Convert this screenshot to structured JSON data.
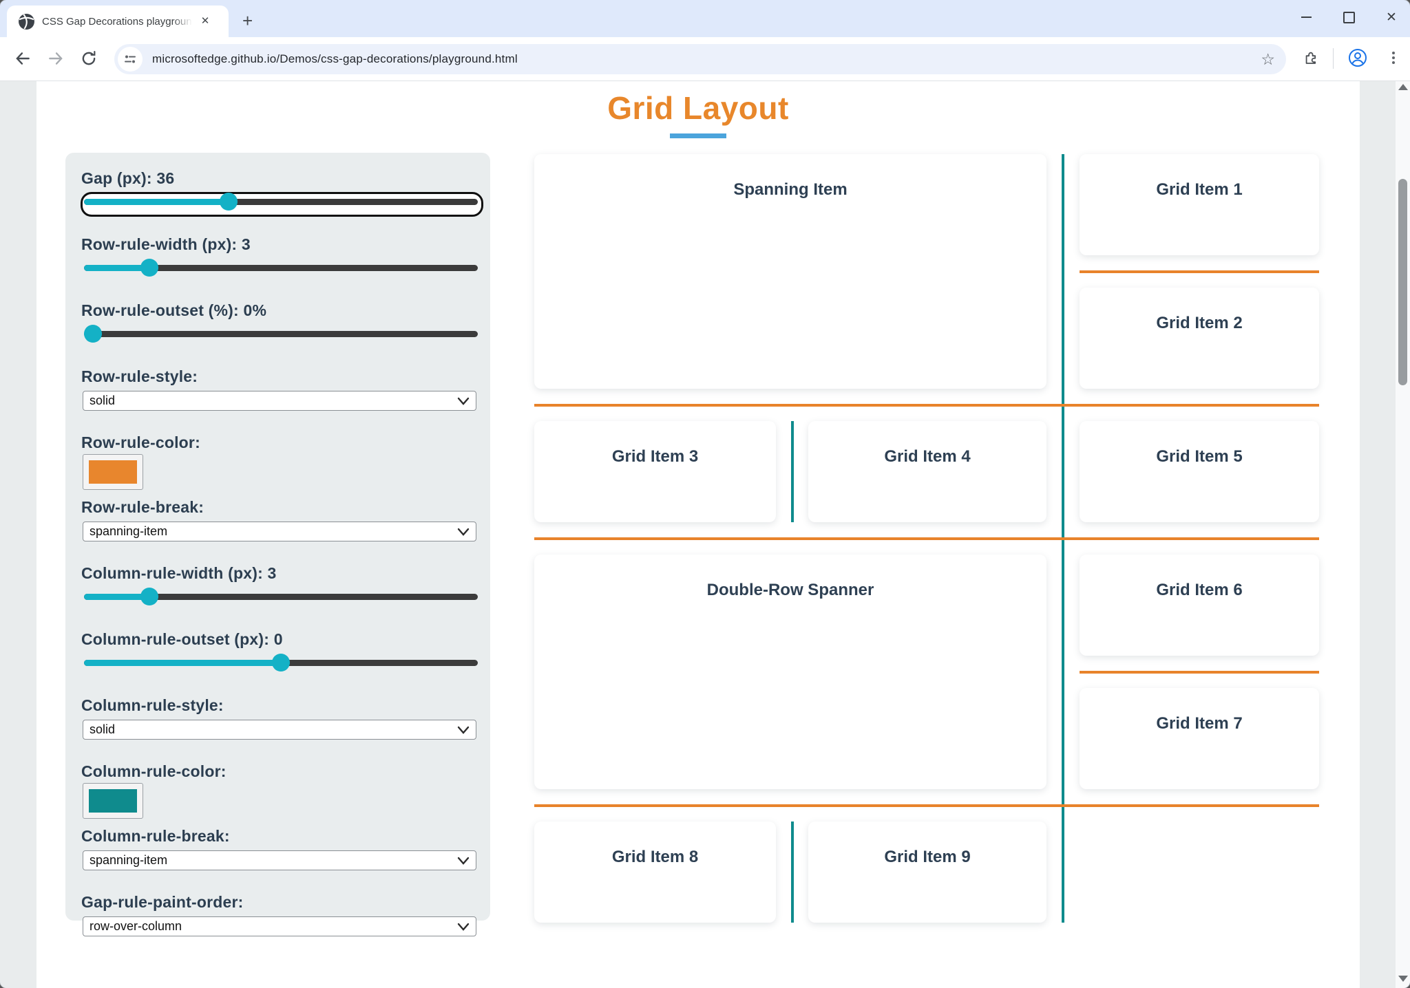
{
  "browser": {
    "tab_title": "CSS Gap Decorations playgroun",
    "tab_close_glyph": "✕",
    "new_tab_glyph": "+",
    "url": "microsoftedge.github.io/Demos/css-gap-decorations/playground.html",
    "star_glyph": "☆",
    "window_close_glyph": "✕"
  },
  "page": {
    "title": "Grid Layout",
    "title_color": "#e8872b",
    "underline_color": "#4ba4dc"
  },
  "colors": {
    "row_rule_orange": "#e8832b",
    "column_rule_teal": "#0f8b8d",
    "slider_teal": "#14b1c6",
    "label_navy": "#2c3e50"
  },
  "controls": [
    {
      "id": "gap",
      "type": "slider",
      "label": "Gap (px): 36",
      "fraction": 0.36,
      "focused": true
    },
    {
      "id": "row-rule-width",
      "type": "slider",
      "label": "Row-rule-width (px): 3",
      "fraction": 0.15
    },
    {
      "id": "row-rule-outset",
      "type": "slider",
      "label": "Row-rule-outset (%): 0%",
      "fraction": 0.0
    },
    {
      "id": "row-rule-style",
      "type": "select",
      "label": "Row-rule-style:",
      "value": "solid"
    },
    {
      "id": "row-rule-color",
      "type": "color",
      "label": "Row-rule-color:",
      "value": "#e8862d"
    },
    {
      "id": "row-rule-break",
      "type": "select",
      "label": "Row-rule-break:",
      "value": "spanning-item"
    },
    {
      "id": "column-rule-width",
      "type": "slider",
      "label": "Column-rule-width (px): 3",
      "fraction": 0.15
    },
    {
      "id": "column-rule-outset",
      "type": "slider",
      "label": "Column-rule-outset (px): 0",
      "fraction": 0.5
    },
    {
      "id": "column-rule-style",
      "type": "select",
      "label": "Column-rule-style:",
      "value": "solid"
    },
    {
      "id": "column-rule-color",
      "type": "color",
      "label": "Column-rule-color:",
      "value": "#0f8b8d"
    },
    {
      "id": "column-rule-break",
      "type": "select",
      "label": "Column-rule-break:",
      "value": "spanning-item"
    },
    {
      "id": "gap-rule-paint-order",
      "type": "select",
      "label": "Gap-rule-paint-order:",
      "value": "row-over-column"
    }
  ],
  "grid": {
    "items": [
      {
        "label": "Spanning Item",
        "col": 1,
        "row": 1,
        "colspan": 2,
        "rowspan": 2
      },
      {
        "label": "Grid Item 1",
        "col": 3,
        "row": 1
      },
      {
        "label": "Grid Item 2",
        "col": 3,
        "row": 2
      },
      {
        "label": "Grid Item 3",
        "col": 1,
        "row": 3
      },
      {
        "label": "Grid Item 4",
        "col": 2,
        "row": 3
      },
      {
        "label": "Grid Item 5",
        "col": 3,
        "row": 3
      },
      {
        "label": "Double-Row Spanner",
        "col": 1,
        "row": 4,
        "colspan": 2,
        "rowspan": 2
      },
      {
        "label": "Grid Item 6",
        "col": 3,
        "row": 4
      },
      {
        "label": "Grid Item 7",
        "col": 3,
        "row": 5
      },
      {
        "label": "Grid Item 8",
        "col": 1,
        "row": 6
      },
      {
        "label": "Grid Item 9",
        "col": 2,
        "row": 6
      }
    ],
    "column_rules": [
      {
        "between_cols": "1-2",
        "row_start": 3,
        "row_end": 3
      },
      {
        "between_cols": "1-2",
        "row_start": 6,
        "row_end": 6
      },
      {
        "between_cols": "2-3",
        "row_start": 1,
        "row_end": 6
      }
    ],
    "row_rules": [
      {
        "after_row": 1,
        "extent": "col3"
      },
      {
        "after_row": 2,
        "extent": "full"
      },
      {
        "after_row": 3,
        "extent": "full"
      },
      {
        "after_row": 4,
        "extent": "col3"
      },
      {
        "after_row": 5,
        "extent": "full"
      }
    ]
  }
}
